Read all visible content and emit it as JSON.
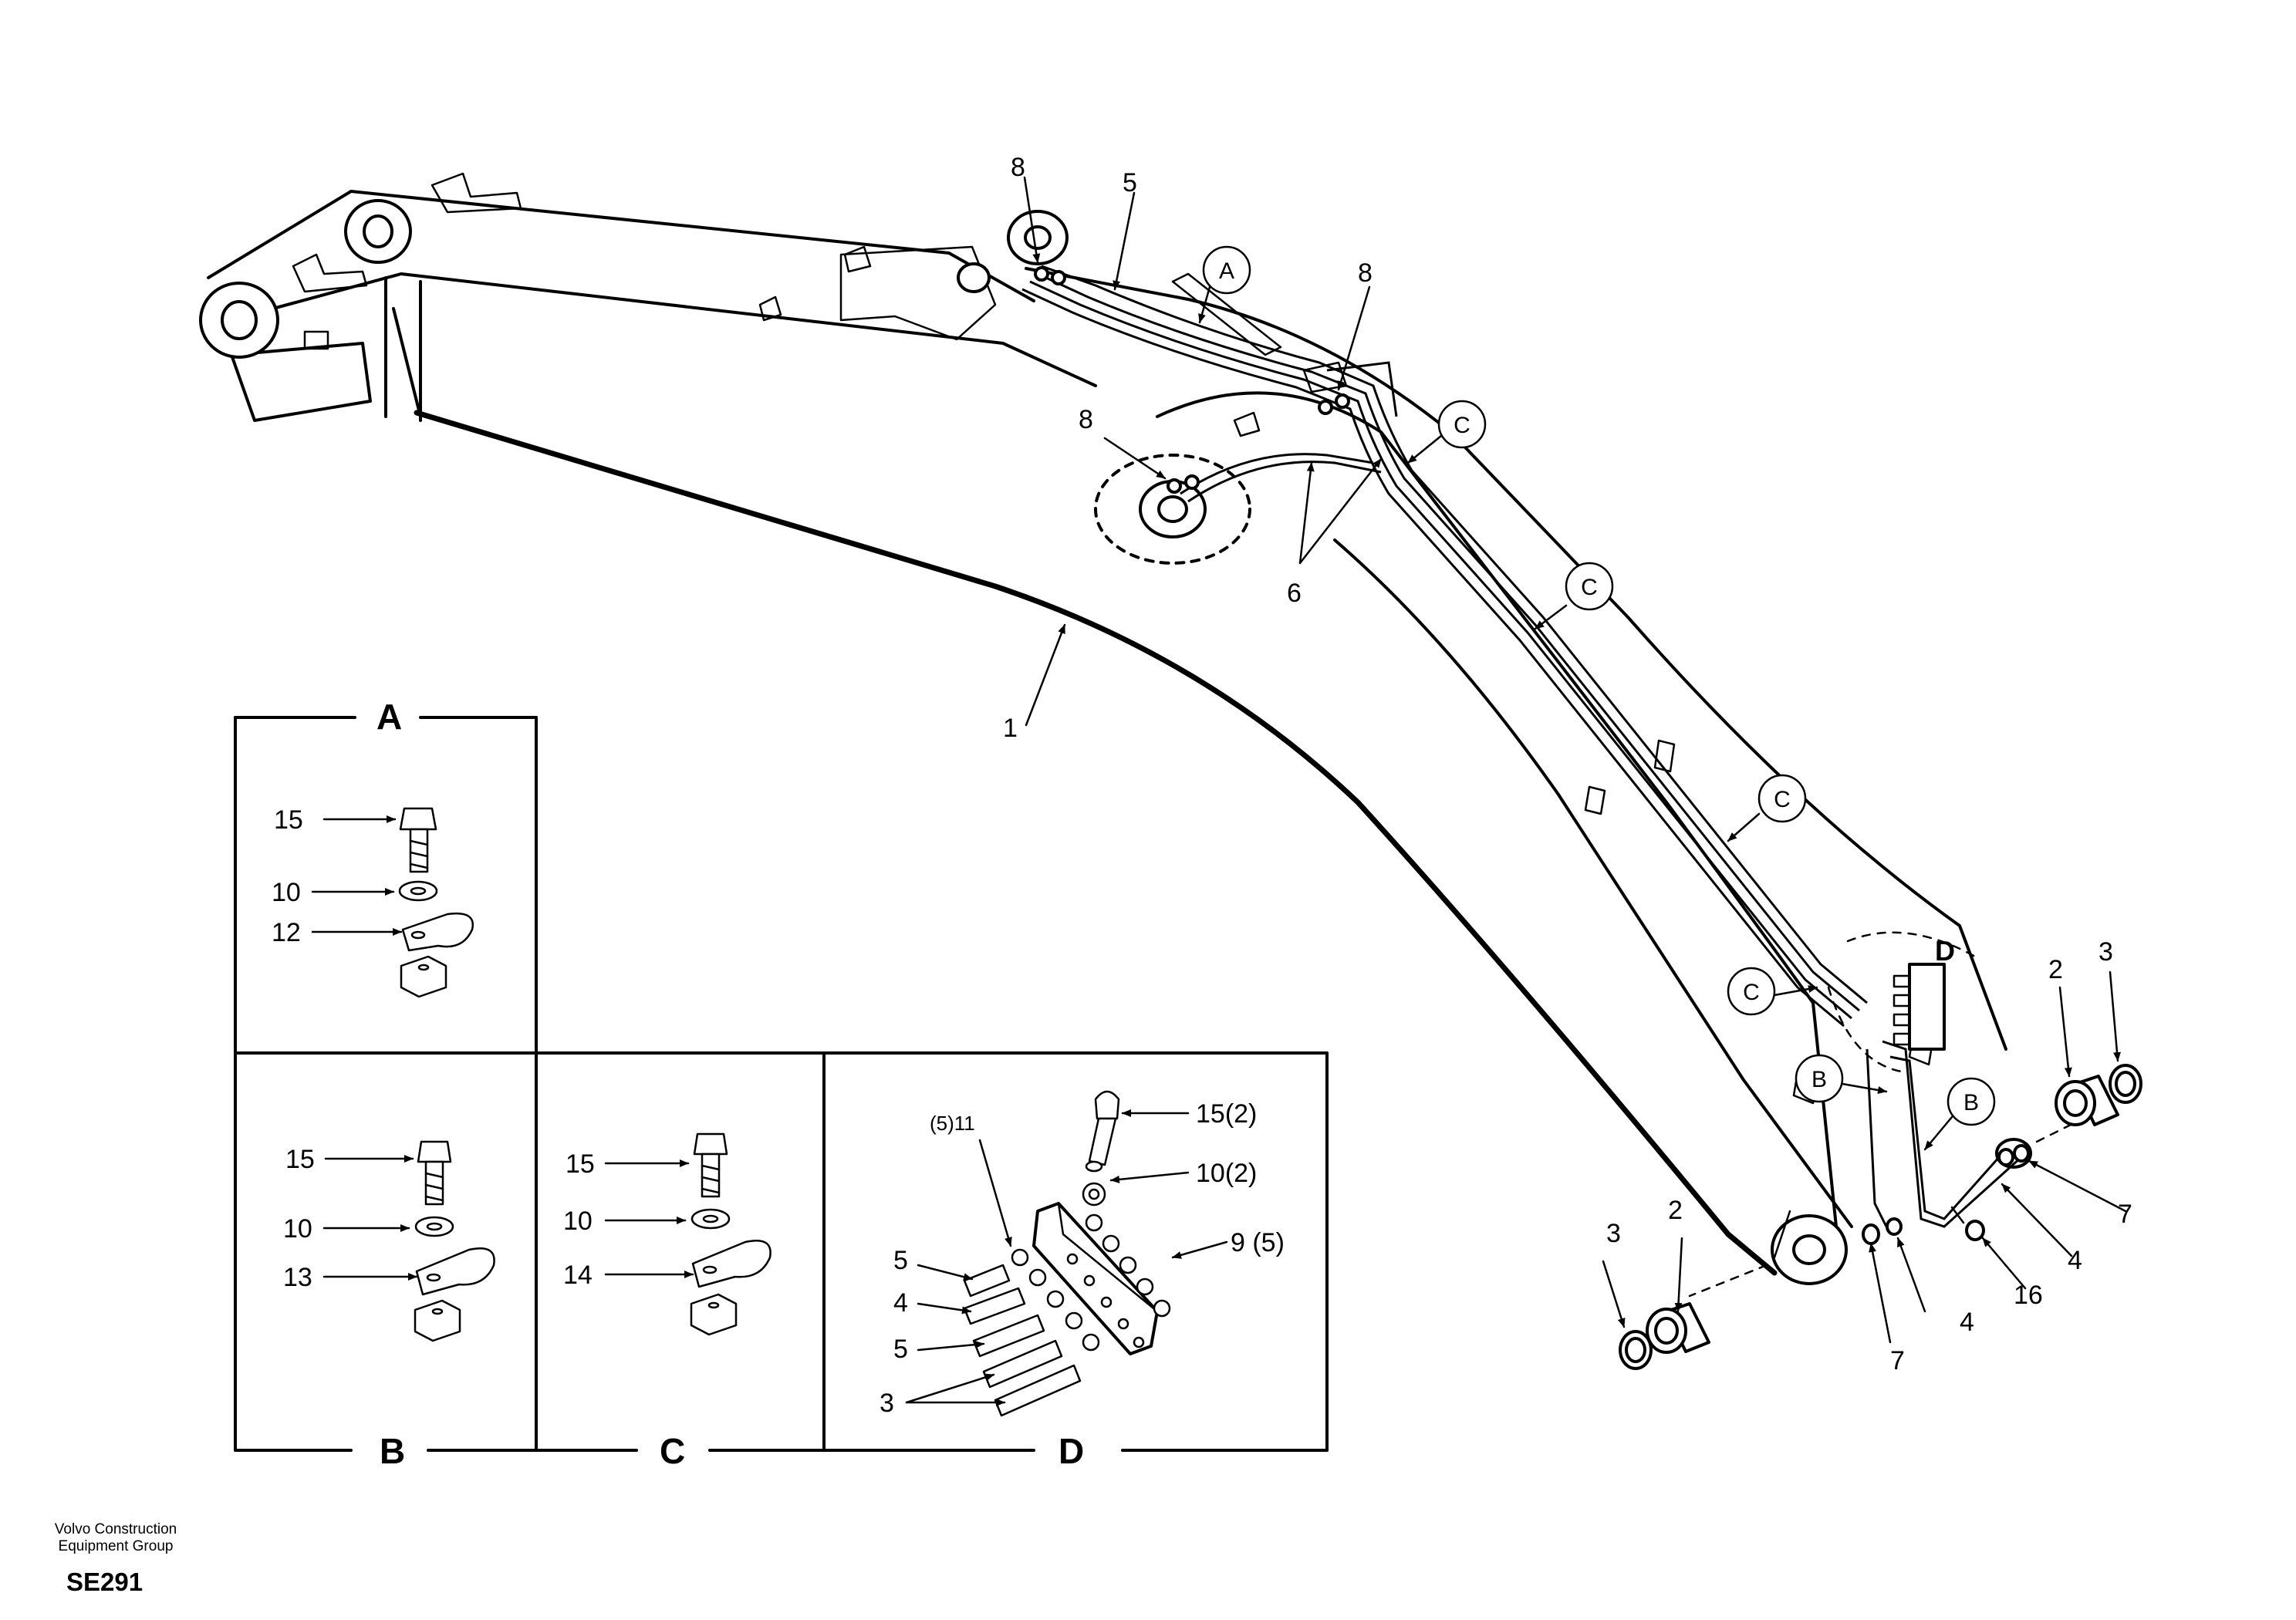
{
  "callouts": {
    "c1": "1",
    "c2a": "2",
    "c2b": "2",
    "c3a": "3",
    "c3b": "3",
    "c4a": "4",
    "c4b": "4",
    "c5": "5",
    "c6": "6",
    "c7a": "7",
    "c7b": "7",
    "c8a": "8",
    "c8b": "8",
    "c8c": "8",
    "c16": "16"
  },
  "detail_refs": {
    "a": "A",
    "b1": "B",
    "b2": "B",
    "c1": "C",
    "c2": "C",
    "c3": "C",
    "c4": "C",
    "d": "D"
  },
  "sections": {
    "a": {
      "title": "A",
      "labels": [
        "15",
        "10",
        "12"
      ]
    },
    "b": {
      "title": "B",
      "labels": [
        "15",
        "10",
        "13"
      ]
    },
    "c": {
      "title": "C",
      "labels": [
        "15",
        "10",
        "14"
      ]
    },
    "d": {
      "title": "D",
      "labels": {
        "l11": "(5)11",
        "l15": "15(2)",
        "l10": "10(2)",
        "l9": "9 (5)",
        "l5a": "5",
        "l4": "4",
        "l5b": "5",
        "l3": "3"
      }
    }
  },
  "footer": {
    "company_line1": "Volvo Construction",
    "company_line2": "Equipment Group",
    "code": "SE291"
  }
}
